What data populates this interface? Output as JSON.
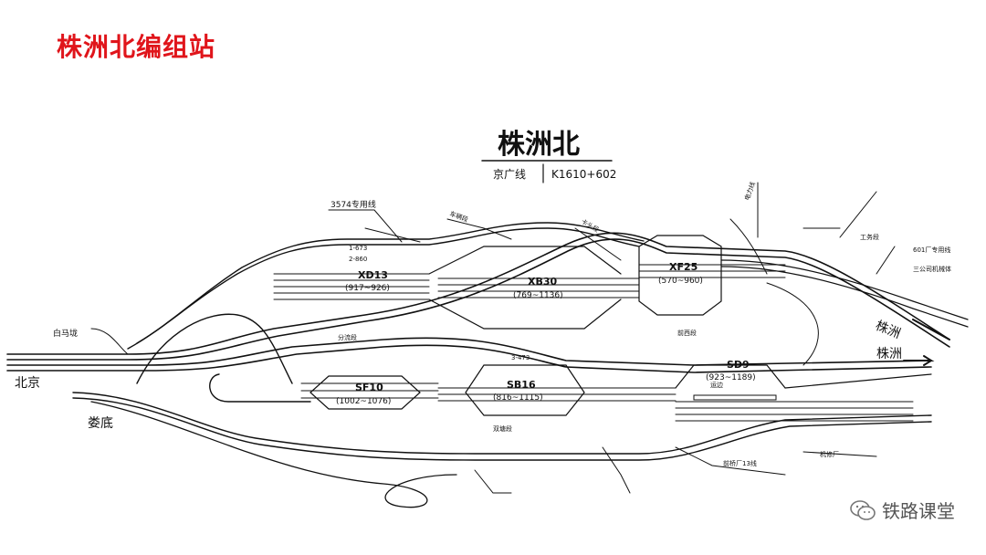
{
  "slide_title": "株洲北编组站",
  "station": {
    "name": "株洲北",
    "line": "京广线",
    "mileage": "K1610+602"
  },
  "yards": [
    {
      "id": "XD13",
      "range": "(917~926)"
    },
    {
      "id": "XB30",
      "range": "(769~1136)"
    },
    {
      "id": "XF25",
      "range": "(570~960)"
    },
    {
      "id": "SD9",
      "range": "(923~1189)"
    },
    {
      "id": "SF10",
      "range": "(1002~1076)"
    },
    {
      "id": "SB16",
      "range": "(816~1115)"
    }
  ],
  "directions": {
    "beijing": "北京",
    "loudi": "娄底",
    "zhuzhou_upper": "株洲",
    "zhuzhou_lower": "株洲"
  },
  "labels": {
    "siding_3574": "3574专用线",
    "baimaxia": "白马垅",
    "track_1_673": "1-673",
    "track_2_860": "2-860",
    "track_3_473": "3-473",
    "qianbian": "前西段",
    "shuangdeng": "双塘段",
    "fenliu": "分流段",
    "dianlixian": "电力线",
    "xinyou": "工务段",
    "sanggongsi": "三公司机械体",
    "line_601": "601厂专用线",
    "beipian": "卡头段",
    "cheliang": "车辆段",
    "yunbian": "运边",
    "qianqiao": "前桥厂13线",
    "huiyi": "机修厂"
  },
  "watermark": {
    "text": "铁路课堂"
  }
}
